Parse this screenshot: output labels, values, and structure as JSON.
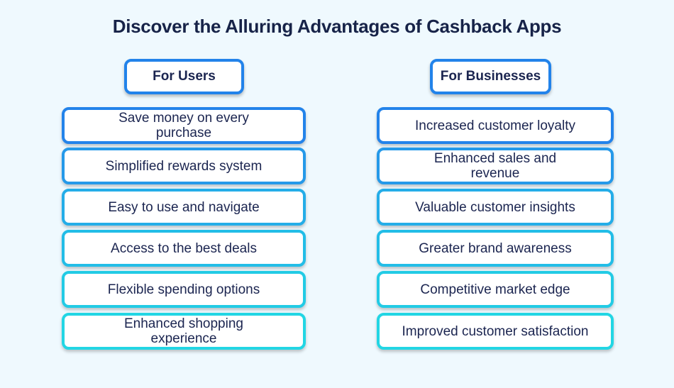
{
  "title": "Discover the Alluring Advantages of Cashback Apps",
  "columns": [
    {
      "header": "For Users",
      "items": [
        "Save money on every purchase",
        "Simplified rewards system",
        "Easy to use and navigate",
        "Access to the best deals",
        "Flexible spending options",
        "Enhanced shopping experience"
      ]
    },
    {
      "header": "For Businesses",
      "items": [
        "Increased customer loyalty",
        "Enhanced sales and revenue",
        "Valuable customer insights",
        "Greater brand awareness",
        "Competitive market edge",
        "Improved customer satisfaction"
      ]
    }
  ],
  "colors": {
    "background": "#eff9fe",
    "title_text": "#172348",
    "border_gradient": [
      "#2383ea",
      "#2599e9",
      "#24ade8",
      "#22bde7",
      "#22cbe5",
      "#22d6e4"
    ]
  }
}
